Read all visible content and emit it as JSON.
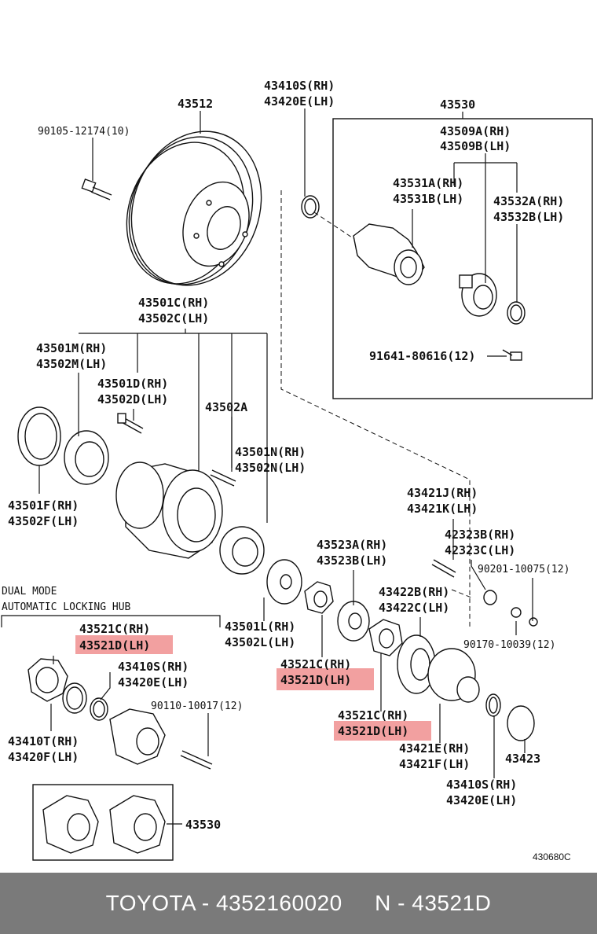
{
  "labels": {
    "p43512": "43512",
    "p90105": "90105-12174(10)",
    "p43410S_top": "43410S(RH)",
    "p43420E_top": "43420E(LH)",
    "p43530_top": "43530",
    "p43509A": "43509A(RH)",
    "p43509B": "43509B(LH)",
    "p43531A": "43531A(RH)",
    "p43531B": "43531B(LH)",
    "p43532A": "43532A(RH)",
    "p43532B": "43532B(LH)",
    "p91641": "91641-80616(12)",
    "p43501C": "43501C(RH)",
    "p43502C": "43502C(LH)",
    "p43501M": "43501M(RH)",
    "p43502M": "43502M(LH)",
    "p43501D": "43501D(RH)",
    "p43502D": "43502D(LH)",
    "p43502A": "43502A",
    "p43501N": "43501N(RH)",
    "p43502N": "43502N(LH)",
    "p43501F": "43501F(RH)",
    "p43502F": "43502F(LH)",
    "p43421J": "43421J(RH)",
    "p43421K": "43421K(LH)",
    "p42323B": "42323B(RH)",
    "p42323C": "42323C(LH)",
    "p90201": "90201-10075(12)",
    "p43523A": "43523A(RH)",
    "p43523B": "43523B(LH)",
    "p43422B": "43422B(RH)",
    "p43422C": "43422C(LH)",
    "dual_mode_1": "DUAL MODE",
    "dual_mode_2": "AUTOMATIC LOCKING HUB",
    "p43521C_a": "43521C(RH)",
    "p43521D_a": "43521D(LH)",
    "p43501L": "43501L(RH)",
    "p43502L": "43502L(LH)",
    "p90170": "90170-10039(12)",
    "p43410S_mid": "43410S(RH)",
    "p43420E_mid": "43420E(LH)",
    "p43521C_b": "43521C(RH)",
    "p43521D_b": "43521D(LH)",
    "p90110": "90110-10017(12)",
    "p43521C_c": "43521C(RH)",
    "p43521D_c": "43521D(LH)",
    "p43410T": "43410T(RH)",
    "p43420F": "43420F(LH)",
    "p43421E": "43421E(RH)",
    "p43421F": "43421F(LH)",
    "p43423": "43423",
    "p43410S_bot": "43410S(RH)",
    "p43420E_bot": "43420E(LH)",
    "p43530_bot": "43530",
    "drawing_ref": "430680C"
  },
  "highlight_color": "#f2a0a0",
  "footer": {
    "text": "TOYOTA - 4352160020     N - 43521D"
  }
}
